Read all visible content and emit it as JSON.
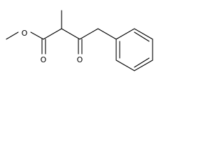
{
  "structure": {
    "atom_labels": {
      "ester_oxygen": "O",
      "carbonyl_oxygen_ester": "O",
      "carbonyl_oxygen_ketone": "O"
    },
    "line_color": "#000000",
    "background_color": "#ffffff"
  }
}
